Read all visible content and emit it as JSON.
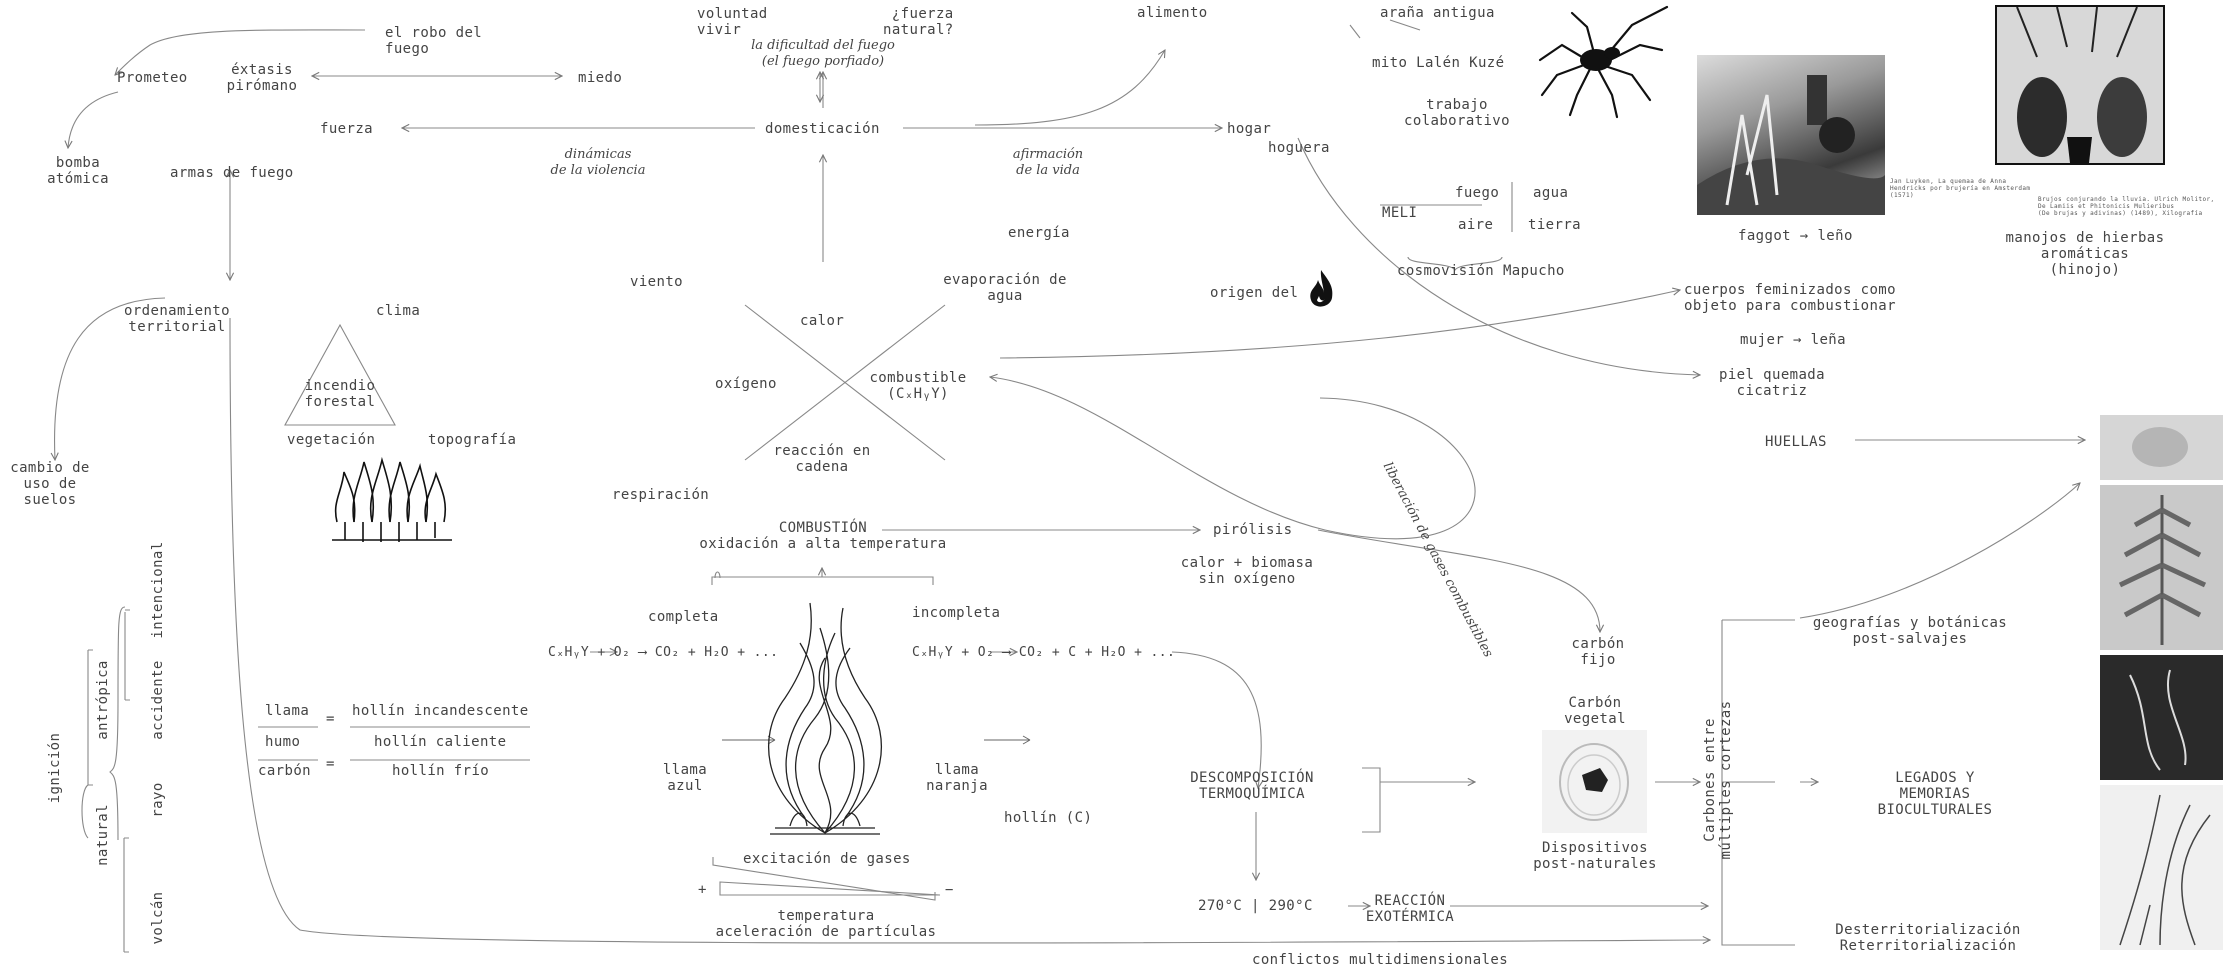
{
  "top": {
    "el_robo": "el robo del\nfuego",
    "prometeo": "Prometeo",
    "extasis": "éxtasis\npirómano",
    "miedo": "miedo",
    "bomba": "bomba\natómica",
    "fuerza": "fuerza",
    "armas": "armas de fuego",
    "voluntad": "voluntad\nvivir",
    "fuerza_natural": "¿fuerza\nnatural?",
    "dificultad": "la dificultad del fuego\n(el fuego porfiado)",
    "domesticacion": "domesticación",
    "alimento": "alimento",
    "hogar": "hogar",
    "hoguera": "hoguera",
    "dinamicas": "dinámicas\nde la violencia",
    "afirmacion": "afirmación\nde la vida"
  },
  "mapuche": {
    "arana": "araña antigua",
    "mito": "mito Lalén Kuzé",
    "trabajo": "trabajo\ncolaborativo",
    "meli": "MELI",
    "fuego": "fuego",
    "agua": "agua",
    "aire": "aire",
    "tierra": "tierra",
    "cosmovision": "cosmovisión Mapucho",
    "origen": "origen del"
  },
  "images": {
    "faggot": "faggot → leño",
    "manojos": "manojos de hierbas\naromáticas\n(hinojo)",
    "caption_left": "Jan Luyken, La quemaa de Anna\nHendricks por brujería en Amsterdam\n(1571)",
    "caption_right": "Brujos conjurando la lluvia. Ulrich Molitor,\nDe Lamiis et Phitonicis Mulieribus\n(De brujas y adivinas) (1489), Xilografía"
  },
  "center": {
    "energia": "energía",
    "evaporacion": "evaporación de\nagua",
    "viento": "viento",
    "calor": "calor",
    "oxigeno": "oxígeno",
    "combustible": "combustible\n(CₓHᵧY)",
    "reaccion": "reacción en\ncadena",
    "respiracion": "respiración",
    "combustion": "COMBUSTIÓN\noxidación a alta temperatura",
    "pirolisis": "pirólisis",
    "calor_biomasa": "calor + biomasa\nsin oxígeno",
    "liberacion": "liberación de gases combustibles",
    "completa": "completa",
    "incompleta": "incompleta",
    "formula_completa": "CₓHᵧY + O₂ ⟶ CO₂ + H₂O + ...",
    "formula_incompleta": "CₓHᵧY + O₂ ⟶ CO₂ + C + H₂O + ...",
    "llama_azul": "llama\nazul",
    "llama_naranja": "llama\nnaranja",
    "hollin": "hollín (C)",
    "excitacion": "excitación de gases",
    "plus": "+",
    "minus": "−",
    "temperatura": "temperatura\naceleración de partículas"
  },
  "left": {
    "ordenamiento": "ordenamiento\nterritorial",
    "clima": "clima",
    "incendio": "incendio\nforestal",
    "vegetacion": "vegetación",
    "topografia": "topografía",
    "cambio": "cambio de\nuso de\nsuelos",
    "ignicion": "ignición",
    "antropica": "antrópica",
    "natural": "natural",
    "intencional": "intencional",
    "accidente": "accidente",
    "rayo": "rayo",
    "volcan": "volcán",
    "llama": "llama",
    "humo": "humo",
    "carbon": "carbón",
    "eq": "=",
    "hollin_inc": "hollín incandescente",
    "hollin_cal": "hollín caliente",
    "hollin_frio": "hollín frío"
  },
  "right": {
    "cuerpos": "cuerpos feminizados como\nobjeto para combustionar",
    "mujer": "mujer → leña",
    "piel": "piel quemada\ncicatriz",
    "huellas": "HUELLAS",
    "carbon_fijo": "carbón\nfijo",
    "carbon_vegetal": "Carbón\nvegetal",
    "dispositivos": "Dispositivos\npost-naturales",
    "descomposicion": "DESCOMPOSICIÓN\nTERMOQUÍMICA",
    "temp": "270°C | 290°C",
    "exotermica": "REACCIÓN\nEXOTÉRMICA",
    "carbones": "Carbones entre\nmúltiples cortezas",
    "geografias": "geografías y botánicas\npost-salvajes",
    "legados": "LEGADOS Y\nMEMORIAS\nBIOCULTURALES",
    "desterr": "Desterritorialización\nReterritorialización",
    "conflictos": "conflictos multidimensionales"
  },
  "icons": [
    "spider-icon",
    "fire-icon",
    "forest-fire-icon",
    "flame-illustration",
    "charcoal-icon"
  ],
  "colors": {
    "ink": "#444444",
    "line": "#7a7a7a"
  }
}
